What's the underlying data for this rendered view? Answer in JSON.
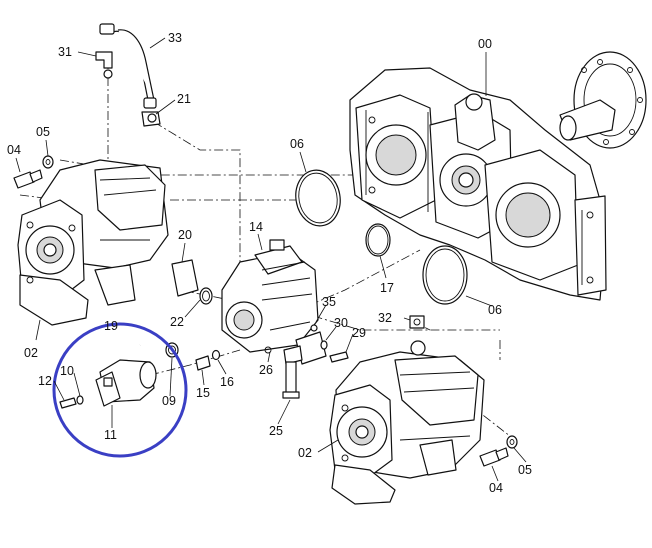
{
  "highlight_color": "#3a3fc4",
  "callouts": {
    "c00": "00",
    "c31": "31",
    "c33": "33",
    "c21": "21",
    "c05a": "05",
    "c04a": "04",
    "c06a": "06",
    "c14": "14",
    "c20": "20",
    "c22": "22",
    "c19": "19",
    "c17": "17",
    "c06b": "06",
    "c35": "35",
    "c32": "32",
    "c30": "30",
    "c29": "29",
    "c02a": "02",
    "c12": "12",
    "c10": "10",
    "c09": "09",
    "c11": "11",
    "c15": "15",
    "c16": "16",
    "c26": "26",
    "c25": "25",
    "c02b": "02",
    "c05b": "05",
    "c04b": "04"
  }
}
